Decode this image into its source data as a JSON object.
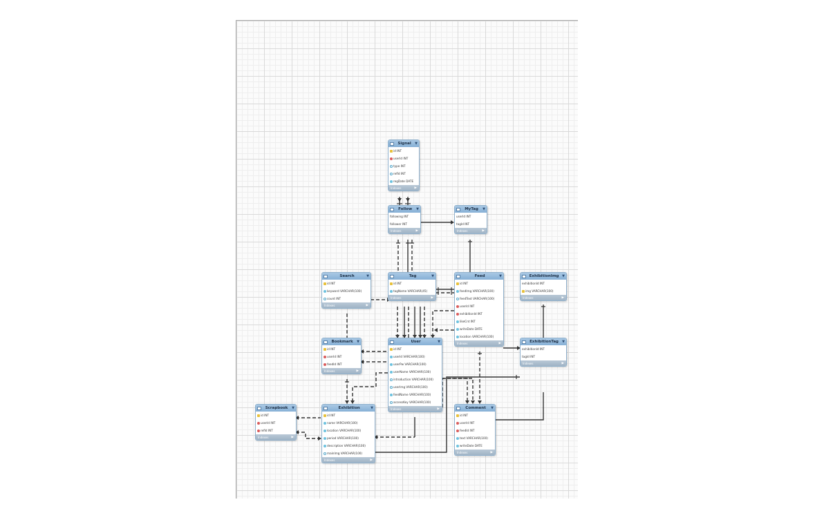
{
  "footer_label": "Indexes",
  "footer_arrow": "▶",
  "header_arrow": "▼",
  "entities": {
    "signal": {
      "name": "Signal",
      "columns": [
        {
          "text": "id INT",
          "key": "pk"
        },
        {
          "text": "userId INT",
          "key": "fk"
        },
        {
          "text": "type INT",
          "key": "col"
        },
        {
          "text": "refId INT",
          "key": "col"
        },
        {
          "text": "regDate DATE",
          "key": "colf"
        }
      ]
    },
    "follow": {
      "name": "Follow",
      "columns": [
        {
          "text": "following INT",
          "key": "none"
        },
        {
          "text": "follower INT",
          "key": "none"
        }
      ]
    },
    "mytag": {
      "name": "MyTag",
      "columns": [
        {
          "text": "userId INT",
          "key": "none"
        },
        {
          "text": "tagId INT",
          "key": "none"
        }
      ]
    },
    "search": {
      "name": "Search",
      "columns": [
        {
          "text": "id INT",
          "key": "pk"
        },
        {
          "text": "keyword VARCHAR(100)",
          "key": "colf"
        },
        {
          "text": "count INT",
          "key": "col"
        }
      ]
    },
    "tag": {
      "name": "Tag",
      "columns": [
        {
          "text": "id INT",
          "key": "pk"
        },
        {
          "text": "tagName VARCHAR(45)",
          "key": "colf"
        }
      ]
    },
    "feed": {
      "name": "Feed",
      "columns": [
        {
          "text": "id INT",
          "key": "pk"
        },
        {
          "text": "feedImg VARCHAR(100)",
          "key": "colf"
        },
        {
          "text": "feedText VARCHAR(100)",
          "key": "col"
        },
        {
          "text": "userId INT",
          "key": "fk"
        },
        {
          "text": "exhibitionId INT",
          "key": "fk"
        },
        {
          "text": "likeCnt INT",
          "key": "colf"
        },
        {
          "text": "writeDate DATE",
          "key": "colf"
        },
        {
          "text": "location VARCHAR(100)",
          "key": "colf"
        }
      ]
    },
    "exhibitionimg": {
      "name": "ExhibitionImg",
      "columns": [
        {
          "text": "exhibitionId INT",
          "key": "none"
        },
        {
          "text": "img VARCHAR(100)",
          "key": "pk"
        }
      ]
    },
    "bookmark": {
      "name": "Bookmark",
      "columns": [
        {
          "text": "id INT",
          "key": "pk"
        },
        {
          "text": "userId INT",
          "key": "fk"
        },
        {
          "text": "feedId INT",
          "key": "fk"
        }
      ]
    },
    "user": {
      "name": "User",
      "columns": [
        {
          "text": "id INT",
          "key": "pk"
        },
        {
          "text": "userId VARCHAR(100)",
          "key": "colf"
        },
        {
          "text": "userPw VARCHAR(100)",
          "key": "colf"
        },
        {
          "text": "userName VARCHAR(100)",
          "key": "colf"
        },
        {
          "text": "introduction VARCHAR(100)",
          "key": "col"
        },
        {
          "text": "userImg VARCHAR(100)",
          "key": "col"
        },
        {
          "text": "feedName VARCHAR(100)",
          "key": "colf"
        },
        {
          "text": "accessKey VARCHAR(100)",
          "key": "col"
        }
      ]
    },
    "exhibitiontag": {
      "name": "ExhibitionTag",
      "columns": [
        {
          "text": "exhibitionId INT",
          "key": "none"
        },
        {
          "text": "tagId INT",
          "key": "none"
        }
      ]
    },
    "scrapbook": {
      "name": "Scrapbook",
      "columns": [
        {
          "text": "id INT",
          "key": "pk"
        },
        {
          "text": "userId INT",
          "key": "fk"
        },
        {
          "text": "refId INT",
          "key": "fk"
        }
      ]
    },
    "exhibition": {
      "name": "Exhibition",
      "columns": [
        {
          "text": "id INT",
          "key": "pk"
        },
        {
          "text": "name VARCHAR(100)",
          "key": "colf"
        },
        {
          "text": "location VARCHAR(100)",
          "key": "colf"
        },
        {
          "text": "period VARCHAR(100)",
          "key": "colf"
        },
        {
          "text": "description VARCHAR(100)",
          "key": "colf"
        },
        {
          "text": "mainImg VARCHAR(100)",
          "key": "col"
        }
      ]
    },
    "comment": {
      "name": "Comment",
      "columns": [
        {
          "text": "id INT",
          "key": "pk"
        },
        {
          "text": "userId INT",
          "key": "fk"
        },
        {
          "text": "feedId INT",
          "key": "fk"
        },
        {
          "text": "text VARCHAR(100)",
          "key": "colf"
        },
        {
          "text": "writeDate DATE",
          "key": "colf"
        }
      ]
    }
  }
}
